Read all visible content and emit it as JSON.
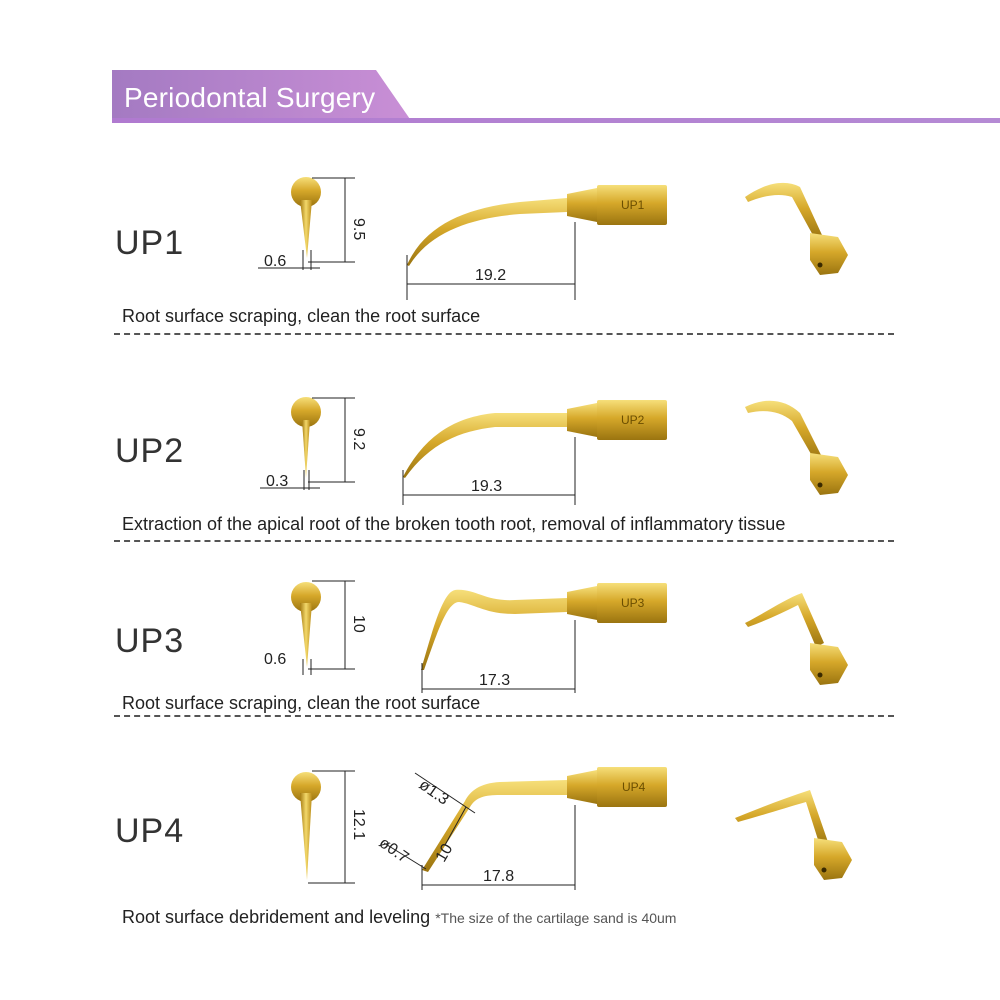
{
  "header": {
    "title": "Periodontal Surgery"
  },
  "tips": [
    {
      "model": "UP1",
      "dims": {
        "tip_width": "0.6",
        "height": "9.5",
        "length": "19.2"
      },
      "description": "Root surface scraping, clean the root surface",
      "note": ""
    },
    {
      "model": "UP2",
      "dims": {
        "tip_width": "0.3",
        "height": "9.2",
        "length": "19.3"
      },
      "description": "Extraction of the apical root of the broken tooth root, removal of inflammatory tissue",
      "note": ""
    },
    {
      "model": "UP3",
      "dims": {
        "tip_width": "0.6",
        "height": "10",
        "length": "17.3"
      },
      "description": "Root surface scraping, clean the root surface",
      "note": ""
    },
    {
      "model": "UP4",
      "dims": {
        "tip_width": "",
        "height": "12.1",
        "length": "17.8",
        "dia1": "ø1.3",
        "dia2": "ø0.7",
        "bend_len": "10"
      },
      "description": "Root surface debridement and leveling",
      "note": "*The size of the cartilage sand is 40um"
    }
  ],
  "colors": {
    "accent": "#b07ad0",
    "gold": "#d4a92a",
    "gold_dark": "#9a7410"
  }
}
